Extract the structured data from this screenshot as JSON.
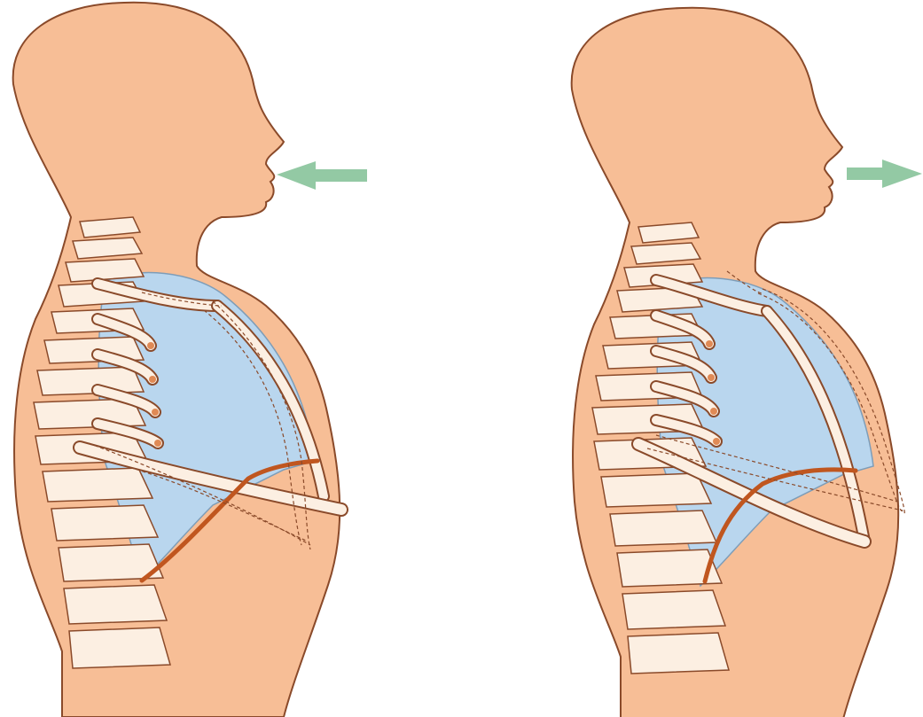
{
  "figure": {
    "panels": [
      {
        "id": "inhalation",
        "airflow": "in",
        "chest_state": "expanded",
        "diaphragm_state": "flattened"
      },
      {
        "id": "exhalation",
        "airflow": "out",
        "chest_state": "relaxed",
        "diaphragm_state": "domed"
      }
    ],
    "colors": {
      "skin": "#F7BE96",
      "outline": "#8A4A2A",
      "lung": "#B9D6EE",
      "bone": "#FCEFE2",
      "diaphragm": "#C0561F",
      "arrow": "#93C9A4",
      "background": "#FFFFFF"
    },
    "icons": [
      "arrow-left-icon",
      "arrow-right-icon"
    ]
  }
}
